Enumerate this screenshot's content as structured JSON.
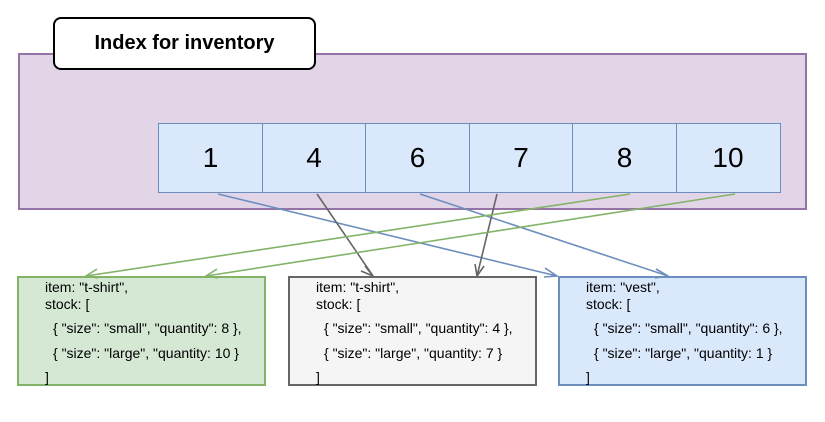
{
  "title": "Index for inventory",
  "index_keys": [
    "1",
    "4",
    "6",
    "7",
    "8",
    "10"
  ],
  "documents": [
    {
      "id": "green",
      "lines": [
        "item: \"t-shirt\",",
        "stock: [",
        "{ \"size\": \"small\", \"quantity\": 8 },",
        "{ \"size\": \"large\", \"quantity: 10 }",
        "]"
      ]
    },
    {
      "id": "gray",
      "lines": [
        "item: \"t-shirt\",",
        "stock: [",
        "{ \"size\": \"small\", \"quantity\": 4 },",
        "{ \"size\": \"large\", \"quantity: 7 }",
        "]"
      ]
    },
    {
      "id": "blue",
      "lines": [
        "item: \"vest\",",
        "stock: [",
        "{ \"size\": \"small\", \"quantity\": 6 },",
        "{ \"size\": \"large\", \"quantity: 1 }",
        "]"
      ]
    }
  ],
  "colors": {
    "panel_fill": "#e1d5e7",
    "panel_stroke": "#9673a6",
    "cell_fill": "#dae8fc",
    "cell_stroke": "#6c8ebf",
    "green_fill": "#d5e8d4",
    "green_stroke": "#82b366",
    "gray_fill": "#f5f5f5",
    "gray_stroke": "#666666",
    "arrow_blue": "#6c8ebf",
    "arrow_gray": "#666666",
    "arrow_green": "#82b366"
  }
}
